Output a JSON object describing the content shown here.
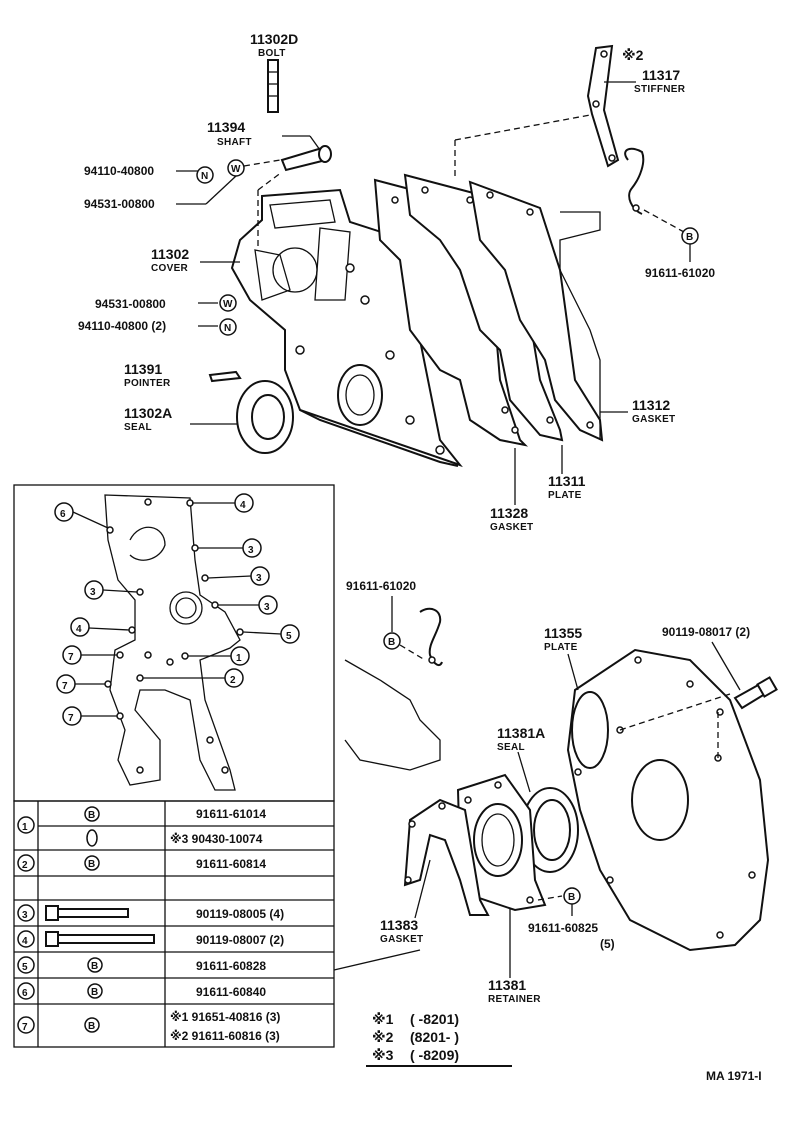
{
  "callouts": [
    {
      "part": "11302D",
      "name": "BOLT"
    },
    {
      "part": "11394",
      "name": "SHAFT"
    },
    {
      "part": "94110-40800",
      "name": ""
    },
    {
      "part": "94531-00800",
      "name": ""
    },
    {
      "part": "11302",
      "name": "COVER"
    },
    {
      "part": "94531-00800",
      "name": ""
    },
    {
      "part": "94110-40800 (2)",
      "name": ""
    },
    {
      "part": "11391",
      "name": "POINTER"
    },
    {
      "part": "11302A",
      "name": "SEAL"
    },
    {
      "part": "※2",
      "name": ""
    },
    {
      "part": "11317",
      "name": "STIFFNER"
    },
    {
      "part": "91611-61020",
      "name": ""
    },
    {
      "part": "11312",
      "name": "GASKET"
    },
    {
      "part": "11311",
      "name": "PLATE"
    },
    {
      "part": "11328",
      "name": "GASKET"
    },
    {
      "part": "91611-61020",
      "name": ""
    },
    {
      "part": "11355",
      "name": "PLATE"
    },
    {
      "part": "90119-08017 (2)",
      "name": ""
    },
    {
      "part": "11381A",
      "name": "SEAL"
    },
    {
      "part": "11383",
      "name": "GASKET"
    },
    {
      "part": "91611-60825",
      "name": ""
    },
    {
      "part": "(5)",
      "name": ""
    },
    {
      "part": "11381",
      "name": "RETAINER"
    }
  ],
  "markers": {
    "N": "N",
    "W": "W",
    "B": "B"
  },
  "legend_rows": [
    {
      "num": "1",
      "icon": "B",
      "part": "91611-61014"
    },
    {
      "num": "",
      "icon": "",
      "part": "※3 90430-10074"
    },
    {
      "num": "2",
      "icon": "B",
      "part": "91611-60814"
    },
    {
      "num": "",
      "icon": "",
      "part": ""
    },
    {
      "num": "3",
      "icon": "",
      "part": "90119-08005 (4)"
    },
    {
      "num": "4",
      "icon": "",
      "part": "90119-08007 (2)"
    },
    {
      "num": "5",
      "icon": "B",
      "part": "91611-60828"
    },
    {
      "num": "6",
      "icon": "B",
      "part": "91611-60840"
    },
    {
      "num": "7",
      "icon": "B",
      "part": "※1 91651-40816 (3)",
      "part2": "※2 91611-60816 (3)"
    }
  ],
  "notes": [
    {
      "mark": "※1",
      "range": "(      -8201)"
    },
    {
      "mark": "※2",
      "range": "(8201-      )"
    },
    {
      "mark": "※3",
      "range": "(      -8209)"
    }
  ],
  "figure_id": "MA  1971-I"
}
